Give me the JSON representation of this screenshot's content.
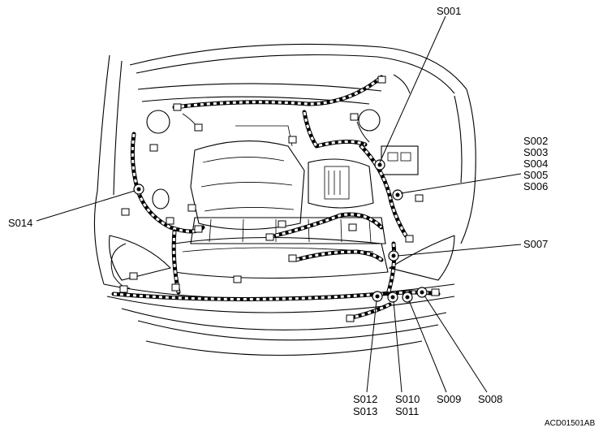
{
  "diagram_code": "ACD01501AB",
  "splices": {
    "s001": "S001",
    "s002": "S002",
    "s003": "S003",
    "s004": "S004",
    "s005": "S005",
    "s006": "S006",
    "s007": "S007",
    "s008": "S008",
    "s009": "S009",
    "s010": "S010",
    "s011": "S011",
    "s012": "S012",
    "s013": "S013",
    "s014": "S014"
  },
  "colors": {
    "line": "#000000",
    "background": "#ffffff"
  }
}
